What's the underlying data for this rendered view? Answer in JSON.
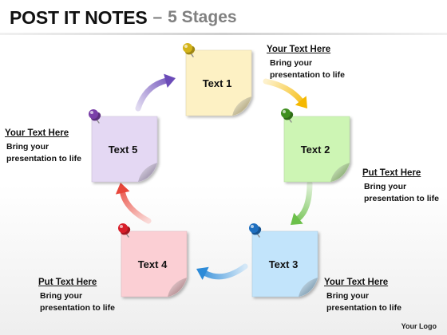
{
  "title": {
    "main": "POST IT NOTES",
    "separator": "–",
    "sub": "5 Stages"
  },
  "notes": [
    {
      "label": "Text 1",
      "color": "#fdf1c4",
      "pin_color": "#d4b41a"
    },
    {
      "label": "Text 2",
      "color": "#cdf5b4",
      "pin_color": "#3f8f1f"
    },
    {
      "label": "Text 3",
      "color": "#c2e4fb",
      "pin_color": "#1f6fbf"
    },
    {
      "label": "Text 4",
      "color": "#fbcfd4",
      "pin_color": "#d81e2a"
    },
    {
      "label": "Text 5",
      "color": "#e4d8f3",
      "pin_color": "#7a3fa8"
    }
  ],
  "arrows": {
    "colors": [
      "#f5b800",
      "#6cc04a",
      "#2d8bd8",
      "#e8463a",
      "#6b4bb8"
    ]
  },
  "callouts": [
    {
      "heading": "Your Text Here",
      "line1": "Bring your",
      "line2": "presentation to life"
    },
    {
      "heading": "Put Text Here",
      "line1": "Bring your",
      "line2": "presentation to life"
    },
    {
      "heading": "Your Text Here",
      "line1": "Bring your",
      "line2": "presentation to life"
    },
    {
      "heading": "Put Text Here",
      "line1": "Bring your",
      "line2": "presentation to life"
    },
    {
      "heading": "Your Text Here",
      "line1": "Bring your",
      "line2": "presentation to life"
    }
  ],
  "logo": "Your Logo"
}
